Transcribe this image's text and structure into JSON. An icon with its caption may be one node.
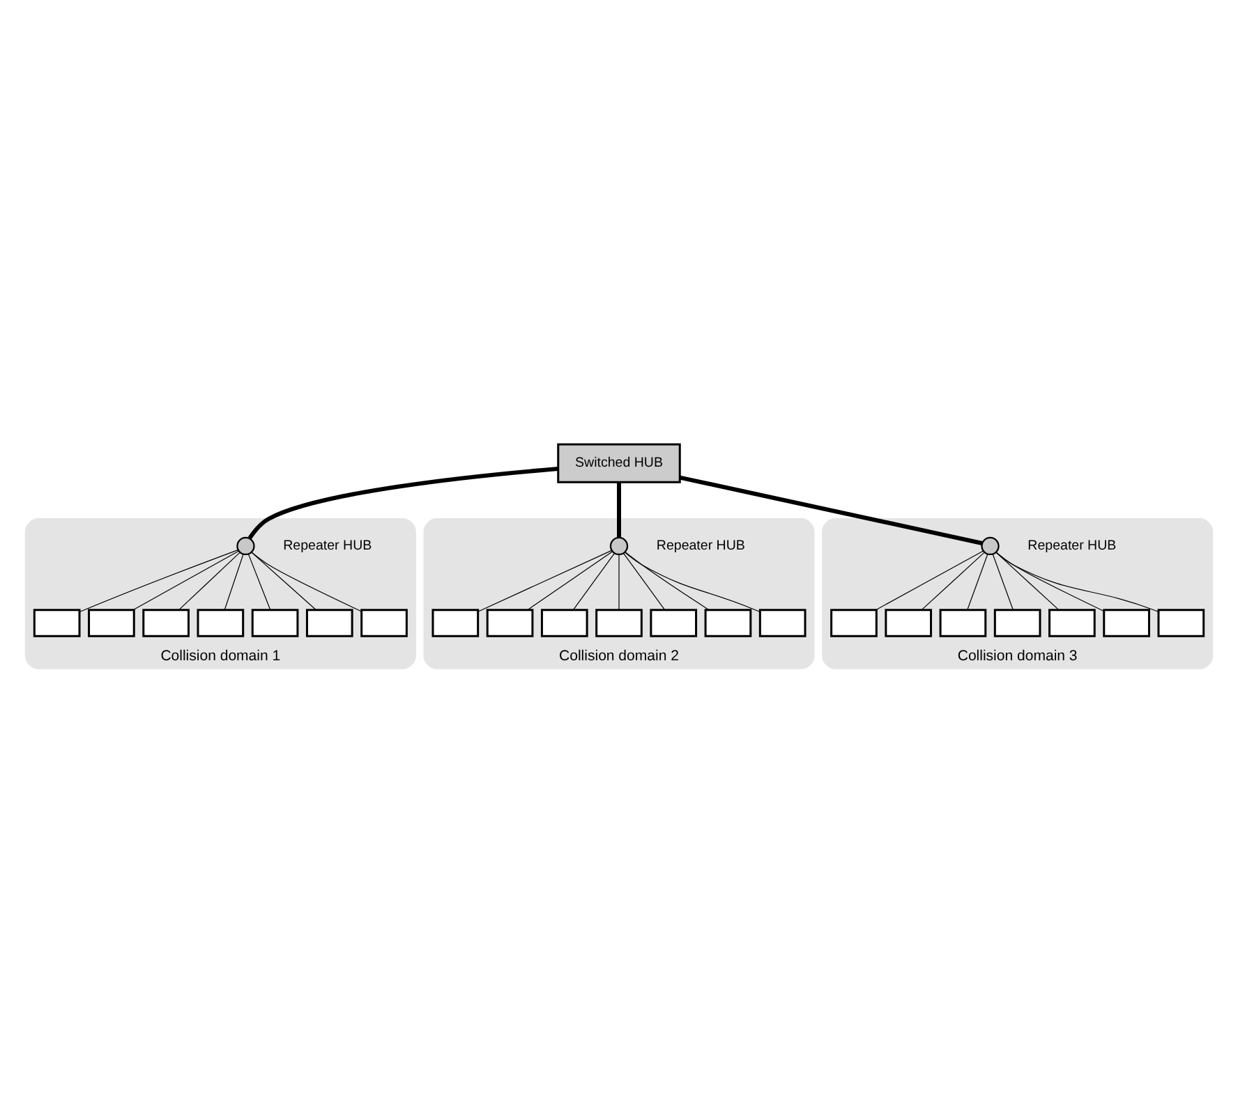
{
  "diagram": {
    "nodes": [
      {
        "text": [
          "Collision domain 1"
        ]
      },
      {
        "text": [],
        "shape": "circle",
        "in": 0,
        "beside": [
          "Repeater HUB"
        ]
      },
      {
        "text": [],
        "shape": "box",
        "in": 0
      },
      {
        "text": [],
        "shape": "box",
        "in": 0
      },
      {
        "text": [],
        "shape": "box",
        "in": 0
      },
      {
        "text": [],
        "shape": "box",
        "in": 0
      },
      {
        "text": [],
        "shape": "box",
        "in": 0
      },
      {
        "text": [],
        "shape": "box",
        "in": 0
      },
      {
        "text": [],
        "shape": "box",
        "in": 0
      },
      {
        "text": [
          "Collision domain 2"
        ]
      },
      {
        "text": [],
        "shape": "circle",
        "in": 9,
        "beside": [
          "Repeater HUB"
        ]
      },
      {
        "text": [],
        "shape": "box",
        "in": 9
      },
      {
        "text": [],
        "shape": "box",
        "in": 9
      },
      {
        "text": [],
        "shape": "box",
        "in": 9
      },
      {
        "text": [],
        "shape": "box",
        "in": 9
      },
      {
        "text": [],
        "shape": "box",
        "in": 9
      },
      {
        "text": [],
        "shape": "box",
        "in": 9
      },
      {
        "text": [],
        "shape": "box",
        "in": 9
      },
      {
        "text": [
          "Collision domain 3"
        ]
      },
      {
        "text": [],
        "shape": "circle",
        "in": 18,
        "beside": [
          "Repeater HUB"
        ]
      },
      {
        "text": [],
        "shape": "box",
        "in": 18
      },
      {
        "text": [],
        "shape": "box",
        "in": 18
      },
      {
        "text": [],
        "shape": "box",
        "in": 18
      },
      {
        "text": [],
        "shape": "box",
        "in": 18
      },
      {
        "text": [],
        "shape": "box",
        "in": 18
      },
      {
        "text": [],
        "shape": "box",
        "in": 18
      },
      {
        "text": [],
        "shape": "box",
        "in": 18
      },
      {
        "text": [
          "Switched HUB"
        ]
      }
    ],
    "edges": [
      {
        "from": 27,
        "to": 1,
        "arrow": "none",
        "style": "thick"
      },
      {
        "from": 27,
        "to": 10,
        "arrow": "none",
        "style": "thick"
      },
      {
        "from": 27,
        "to": 19,
        "arrow": "none",
        "style": "thick"
      },
      {
        "from": 1,
        "to": 2,
        "arrow": "none"
      },
      {
        "from": 1,
        "to": 3,
        "arrow": "none"
      },
      {
        "from": 1,
        "to": 4,
        "arrow": "none"
      },
      {
        "from": 1,
        "to": 5,
        "arrow": "none"
      },
      {
        "from": 1,
        "to": 6,
        "arrow": "none"
      },
      {
        "from": 1,
        "to": 7,
        "arrow": "none"
      },
      {
        "from": 1,
        "to": 8,
        "arrow": "none"
      },
      {
        "from": 10,
        "to": 11,
        "arrow": "none"
      },
      {
        "from": 10,
        "to": 12,
        "arrow": "none"
      },
      {
        "from": 10,
        "to": 13,
        "arrow": "none"
      },
      {
        "from": 10,
        "to": 14,
        "arrow": "none"
      },
      {
        "from": 10,
        "to": 15,
        "arrow": "none"
      },
      {
        "from": 10,
        "to": 16,
        "arrow": "none"
      },
      {
        "from": 10,
        "to": 17,
        "arrow": "none"
      },
      {
        "from": 19,
        "to": 20,
        "arrow": "none"
      },
      {
        "from": 19,
        "to": 21,
        "arrow": "none"
      },
      {
        "from": 19,
        "to": 22,
        "arrow": "none"
      },
      {
        "from": 19,
        "to": 23,
        "arrow": "none"
      },
      {
        "from": 19,
        "to": 24,
        "arrow": "none"
      },
      {
        "from": 19,
        "to": 25,
        "arrow": "none"
      },
      {
        "from": 19,
        "to": 26,
        "arrow": "none"
      }
    ]
  }
}
